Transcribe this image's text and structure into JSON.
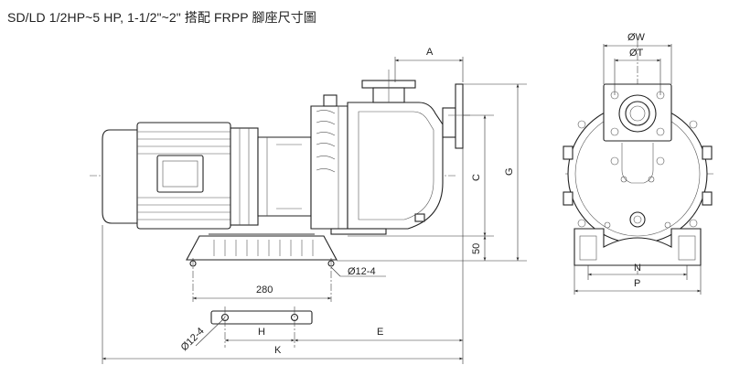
{
  "title": "SD/LD 1/2HP~5 HP, 1-1/2\"~2\"  搭配  FRPP 腳座尺寸圖",
  "dimensions": {
    "A": "A",
    "C": "C",
    "G": "G",
    "fifty": "50",
    "hole_side": "Ø12-4",
    "hole_base": "Ø12-4",
    "span_280": "280",
    "H": "H",
    "E": "E",
    "K": "K",
    "W": "ØW",
    "T": "ØT",
    "N": "N",
    "P": "P"
  }
}
